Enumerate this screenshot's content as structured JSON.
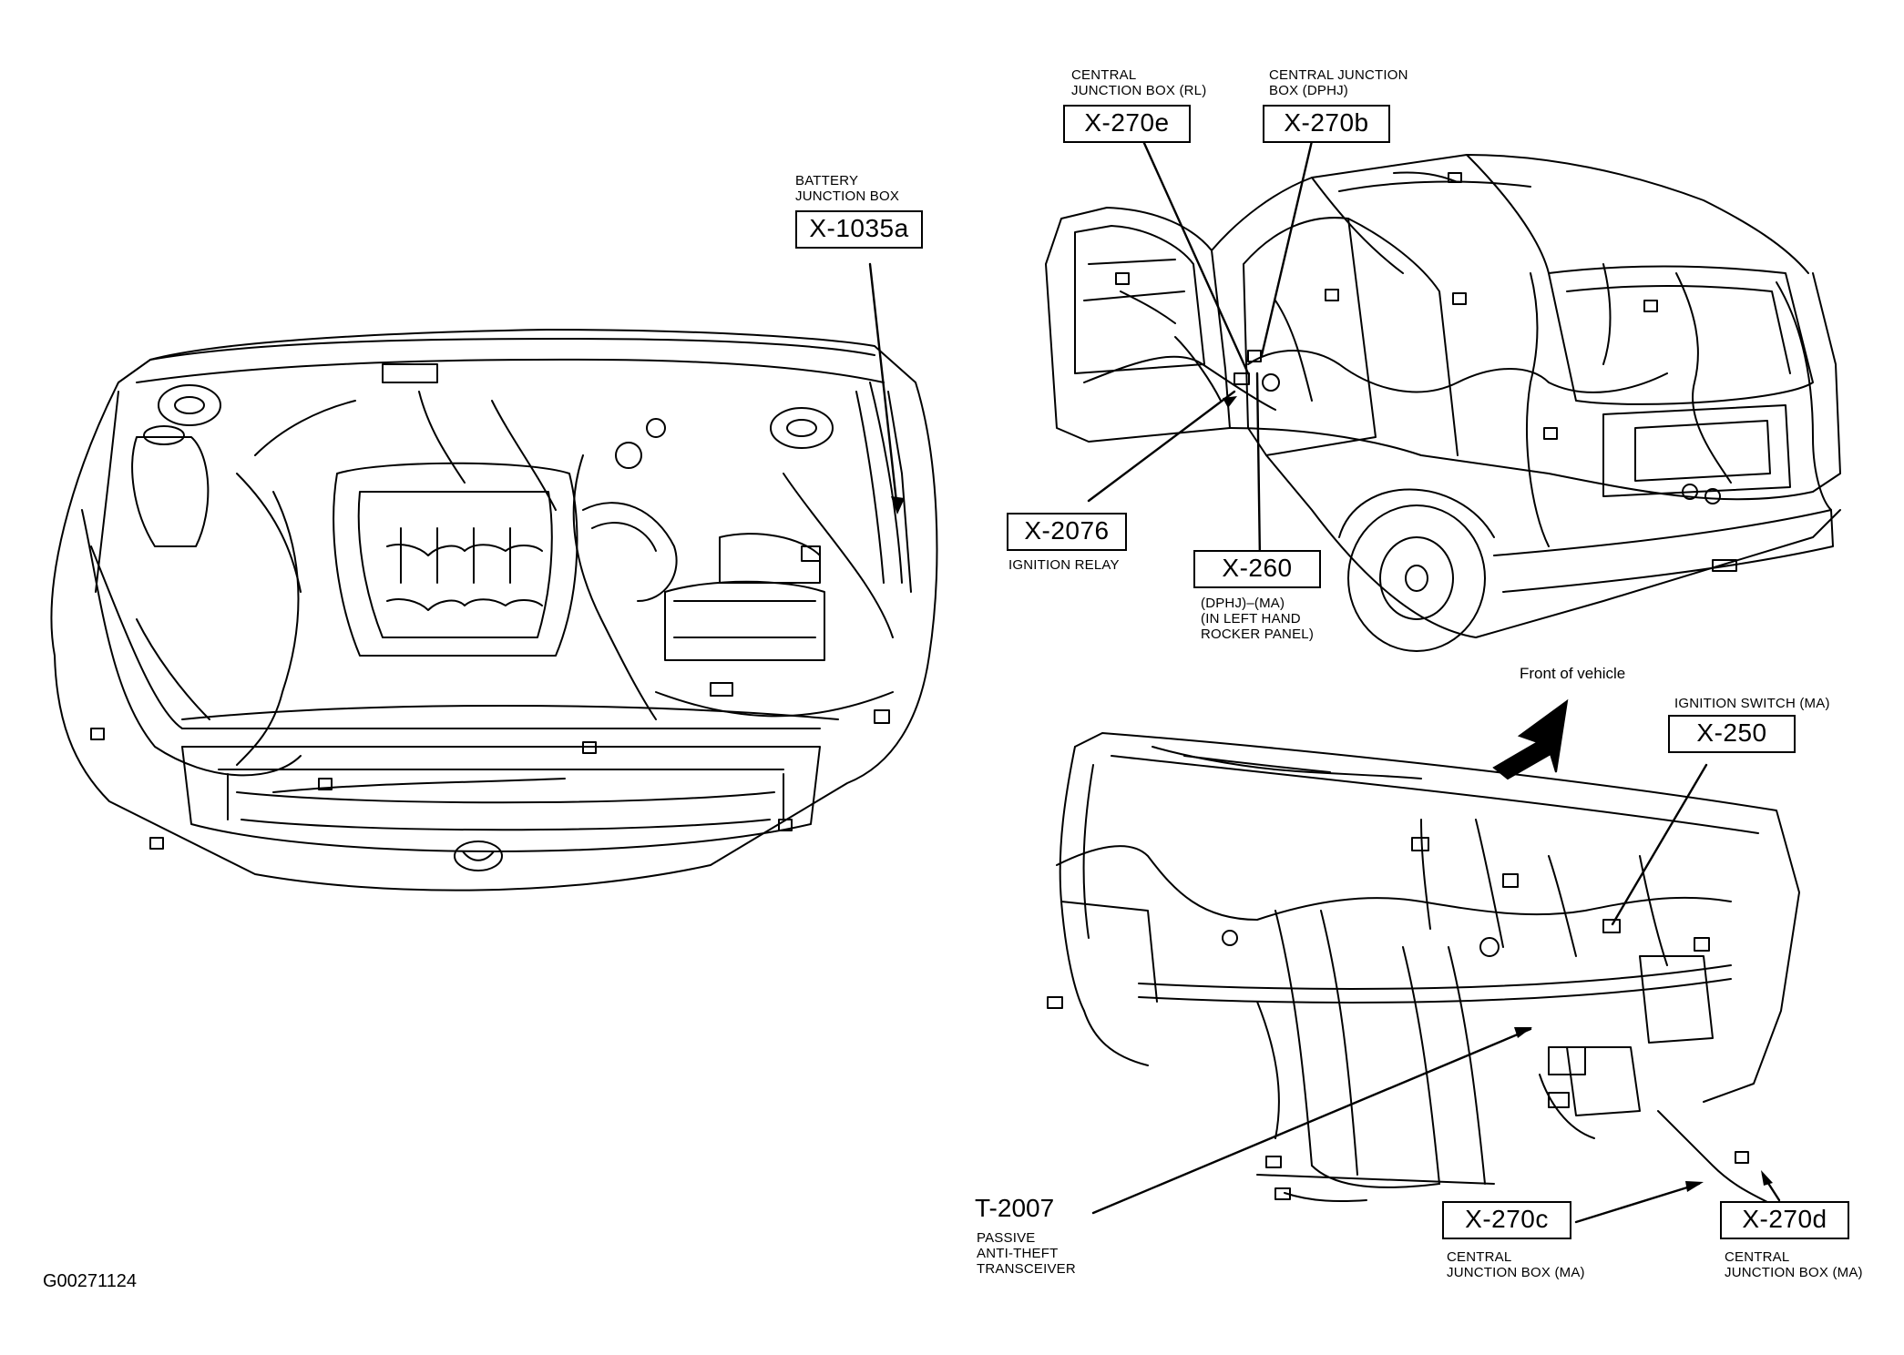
{
  "figure_id": "G00271124",
  "front_of_vehicle": "Front of vehicle",
  "callouts": {
    "x1035a": {
      "code": "X-1035a",
      "desc": "BATTERY\nJUNCTION BOX"
    },
    "x270e": {
      "code": "X-270e",
      "desc": "CENTRAL\nJUNCTION BOX (RL)"
    },
    "x270b": {
      "code": "X-270b",
      "desc": "CENTRAL JUNCTION\nBOX (DPHJ)"
    },
    "x2076": {
      "code": "X-2076",
      "desc": "IGNITION RELAY"
    },
    "x260": {
      "code": "X-260",
      "desc": "(DPHJ)–(MA)\n(IN LEFT HAND\nROCKER PANEL)"
    },
    "x250": {
      "code": "X-250",
      "desc": "IGNITION SWITCH (MA)"
    },
    "t2007": {
      "code": "T-2007",
      "desc": "PASSIVE\nANTI-THEFT\nTRANSCEIVER"
    },
    "x270c": {
      "code": "X-270c",
      "desc": "CENTRAL\nJUNCTION BOX (MA)"
    },
    "x270d": {
      "code": "X-270d",
      "desc": "CENTRAL\nJUNCTION BOX (MA)"
    }
  }
}
